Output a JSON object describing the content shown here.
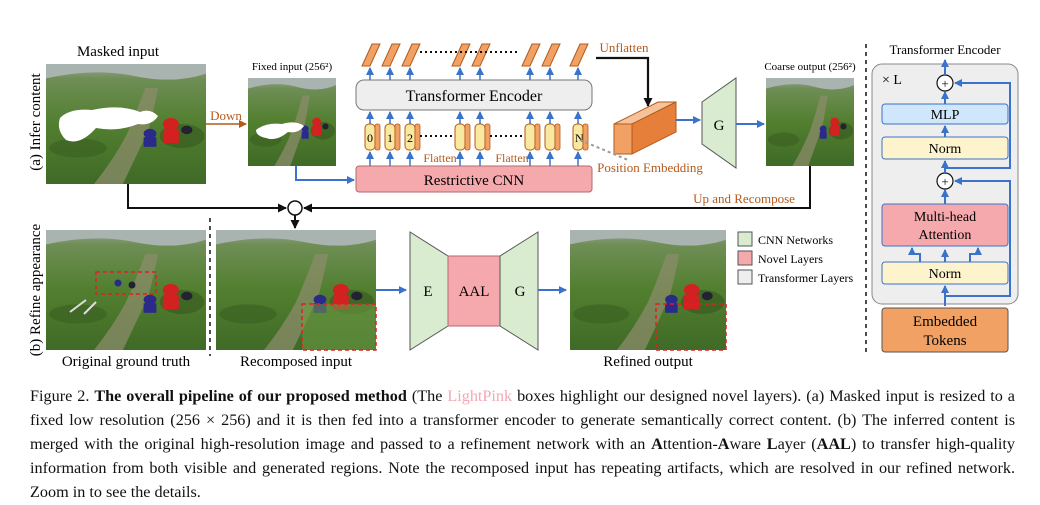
{
  "colors": {
    "cnn": "#d9ecd0",
    "novel": "#f6a9ad",
    "transformer": "#eeeeee",
    "mlp": "#cfe6fb",
    "norm": "#fdf3cc",
    "embedded": "#f2a165",
    "arrow": "#3a73c9",
    "brown": "#b35a1c",
    "token": "#f8e8a0",
    "grass": "#5f8f3a"
  },
  "row_labels": {
    "infer": "(a) Infer content",
    "refine": "(b) Refine appearance"
  },
  "titles": {
    "masked_input": "Masked input",
    "fixed_input": "Fixed input (256²)",
    "coarse_output": "Coarse output (256²)",
    "transformer_encoder_panel": "Transformer Encoder",
    "original_gt": "Original ground truth",
    "recomposed_input": "Recomposed input",
    "refined_output": "Refined output"
  },
  "labels": {
    "down": "Down",
    "unflatten": "Unflatten",
    "transformer_encoder": "Transformer Encoder",
    "restrictive_cnn": "Restrictive CNN",
    "flatten": "Flatten",
    "position_embedding": "Position Embedding",
    "up_recompose": "Up and Recompose",
    "g": "G",
    "e": "E",
    "aal": "AAL",
    "times_l": "× L",
    "mlp": "MLP",
    "norm": "Norm",
    "multihead_line1": "Multi-head",
    "multihead_line2": "Attention",
    "embedded_line1": "Embedded",
    "embedded_line2": "Tokens",
    "plus": "+"
  },
  "tokens": [
    "0",
    "1",
    "2",
    "N"
  ],
  "legend": [
    {
      "label": "CNN Networks",
      "color": "#d9ecd0"
    },
    {
      "label": "Novel Layers",
      "color": "#f6a9ad"
    },
    {
      "label": "Transformer Layers",
      "color": "#eeeeee"
    }
  ],
  "caption": {
    "fig_no": "Figure 2.",
    "bold_title": "The overall pipeline of our proposed method",
    "pre": "(The ",
    "lightpink": "LightPink",
    "post1": " boxes highlight our designed novel layers). (a) Masked input is resized to a fixed low resolution (256 × 256) and it is then fed into a transformer encoder to generate semantically correct content. (b) The inferred content is merged with the original high-resolution image and passed to a refinement network with an ",
    "aal_a": "A",
    "aal_rest1": "ttention-",
    "aal_a2": "A",
    "aal_rest2": "ware ",
    "aal_l": "L",
    "aal_rest3": "ayer (",
    "aal_abbr": "AAL",
    "post2": ") to transfer high-quality information from both visible and generated regions. Note the recomposed input has repeating artifacts, which are resolved in our refined network. Zoom in to see the details."
  }
}
